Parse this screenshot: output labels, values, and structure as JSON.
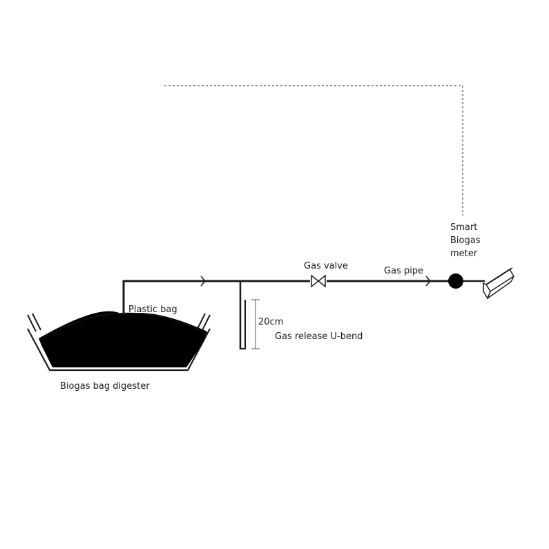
{
  "labels": {
    "plastic_bag": "Plastic bag",
    "digester": "Biogas bag digester",
    "height": "20cm",
    "u_bend": "Gas release U-bend",
    "gas_valve": "Gas valve",
    "gas_pipe": "Gas pipe",
    "meter_line1": "Smart",
    "meter_line2": "Biogas",
    "meter_line3": "meter"
  },
  "colors": {
    "line": "#1a1a1a",
    "fill": "#000000",
    "background": "#ffffff"
  }
}
